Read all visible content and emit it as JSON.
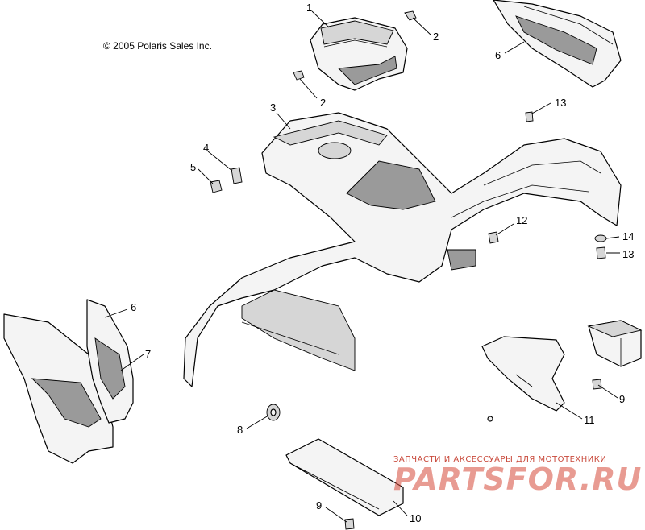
{
  "copyright": "© 2005 Polaris Sales Inc.",
  "callouts": [
    {
      "id": "c1",
      "label": "1"
    },
    {
      "id": "c2a",
      "label": "2"
    },
    {
      "id": "c2b",
      "label": "2"
    },
    {
      "id": "c3",
      "label": "3"
    },
    {
      "id": "c4",
      "label": "4"
    },
    {
      "id": "c5",
      "label": "5"
    },
    {
      "id": "c6a",
      "label": "6"
    },
    {
      "id": "c6b",
      "label": "6"
    },
    {
      "id": "c7",
      "label": "7"
    },
    {
      "id": "c8",
      "label": "8"
    },
    {
      "id": "c9a",
      "label": "9"
    },
    {
      "id": "c9b",
      "label": "9"
    },
    {
      "id": "c10",
      "label": "10"
    },
    {
      "id": "c11",
      "label": "11"
    },
    {
      "id": "c12",
      "label": "12"
    },
    {
      "id": "c13a",
      "label": "13"
    },
    {
      "id": "c13b",
      "label": "13"
    },
    {
      "id": "c14",
      "label": "14"
    }
  ],
  "watermark": {
    "tagline": "ЗАПЧАСТИ И АКСЕССУАРЫ ДЛЯ МОТОТЕХНИКИ",
    "logo": "PARTSFOR.RU",
    "color": "#d64838"
  }
}
